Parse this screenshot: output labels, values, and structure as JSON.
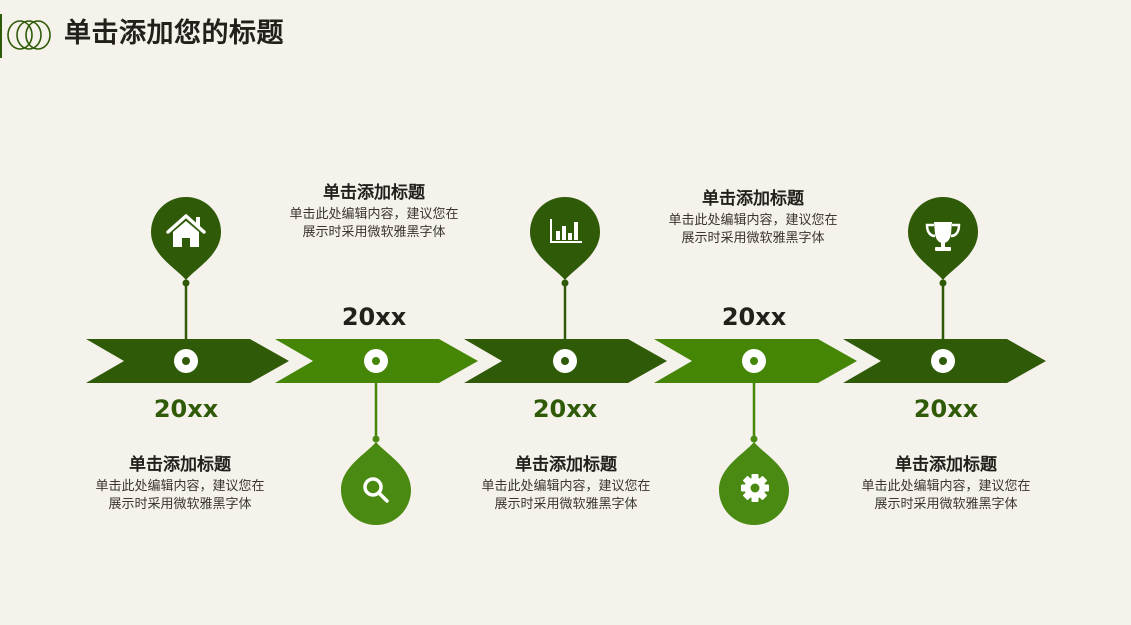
{
  "header": {
    "title": "单击添加您的标题",
    "icon": "concentric-rings-icon"
  },
  "colors": {
    "background": "#f5f2ec",
    "dark_green": "#2f5a07",
    "light_green": "#458607",
    "pin_down_green": "#4a8a12",
    "text_dark": "#231f1b"
  },
  "timeline": {
    "steps": [
      {
        "year": "20xx",
        "title": "单击添加标题",
        "desc_line1": "单击此处编辑内容，建议您在",
        "desc_line2": "展示时采用微软雅黑字体",
        "icon": "home-icon",
        "pin_position": "up"
      },
      {
        "year": "20xx",
        "title": "单击添加标题",
        "desc_line1": "单击此处编辑内容，建议您在",
        "desc_line2": "展示时采用微软雅黑字体",
        "icon": "search-icon",
        "pin_position": "down"
      },
      {
        "year": "20xx",
        "title": "单击添加标题",
        "desc_line1": "单击此处编辑内容，建议您在",
        "desc_line2": "展示时采用微软雅黑字体",
        "icon": "bar-chart-icon",
        "pin_position": "up"
      },
      {
        "year": "20xx",
        "title": "单击添加标题",
        "desc_line1": "单击此处编辑内容，建议您在",
        "desc_line2": "展示时采用微软雅黑字体",
        "icon": "gear-icon",
        "pin_position": "down"
      },
      {
        "year": "20xx",
        "title": "单击添加标题",
        "desc_line1": "单击此处编辑内容，建议您在",
        "desc_line2": "展示时采用微软雅黑字体",
        "icon": "trophy-icon",
        "pin_position": "up"
      }
    ]
  }
}
